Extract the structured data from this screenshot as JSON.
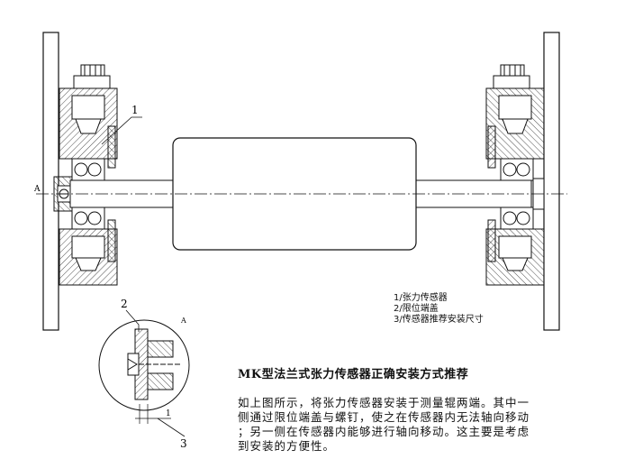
{
  "main_drawing": {
    "callout_1": "1",
    "view_marker": "A"
  },
  "detail_view": {
    "callout_2": "2",
    "callout_3": "3",
    "dimension_value": "1",
    "view_label": "A"
  },
  "legend": {
    "items": [
      "1/张力传感器",
      "2/限位端盖",
      "3/传感器推荐安装尺寸"
    ]
  },
  "title": "MK型法兰式张力传感器正确安装方式推荐",
  "description": {
    "lines": [
      "如上图所示，将张力传感器安装于测量辊两端。其中一",
      "侧通过限位端盖与螺钉，使之在传感器内无法轴向移动",
      "；另一侧在传感器内能够进行轴向移动。这主要是考虑",
      "到安装的方便性。"
    ]
  }
}
